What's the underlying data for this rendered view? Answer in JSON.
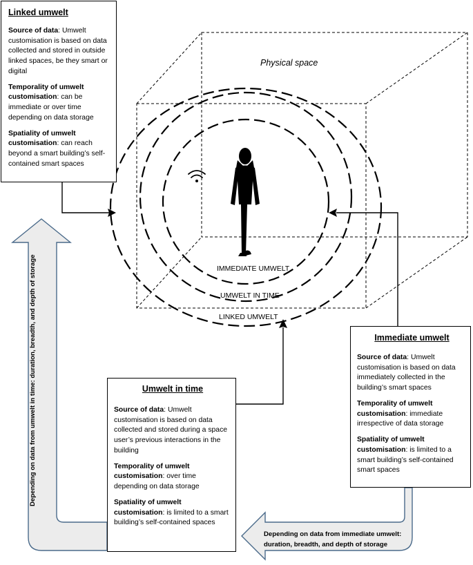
{
  "diagram": {
    "physical_space_label": "Physical space",
    "rings": {
      "immediate": "IMMEDIATE UMWELT",
      "in_time": "UMWELT IN TIME",
      "linked": "LINKED UMWELT"
    }
  },
  "linked_box": {
    "title": "Linked umwelt",
    "source_term": "Source of data",
    "source_text": ": Umwelt customisation is based on data collected and stored in outside linked spaces, be they smart or digital",
    "temporality_term": "Temporality of umwelt customisation",
    "temporality_text": ": can be immediate or over time depending on data storage",
    "spatiality_term": "Spatiality of umwelt customisation",
    "spatiality_text": ": can reach beyond a smart building’s self-contained smart spaces"
  },
  "time_box": {
    "title": "Umwelt in time",
    "source_term": "Source of data",
    "source_text": ": Umwelt customisation is based on data collected and stored during a space user’s previous interactions in the building",
    "temporality_term": "Temporality of umwelt customisation",
    "temporality_text": ": over time depending on data storage",
    "spatiality_term": "Spatiality of umwelt customisation",
    "spatiality_text": ": is limited to a smart building’s self-contained spaces"
  },
  "immediate_box": {
    "title": "Immediate umwelt",
    "source_term": "Source of data",
    "source_text": ": Umwelt customisation is based on data immediately collected in the building’s smart spaces",
    "temporality_term": "Temporality of umwelt customisation",
    "temporality_text": ": immediate irrespective of data storage",
    "spatiality_term": "Spatiality of umwelt customisation",
    "spatiality_text": ": is limited to a smart building’s self-contained smart spaces"
  },
  "arrows": {
    "left_text": "Depending on data from umwelt in time: duration, breadth, and depth of storage",
    "bottom_line1": "Depending on data from immediate umwelt:",
    "bottom_line2": "duration, breadth, and depth of storage"
  },
  "colors": {
    "arrow_fill": "#ececec",
    "arrow_stroke": "#4a6a8a",
    "line": "#000000"
  },
  "icons": [
    "wifi-icon",
    "person-silhouette-icon"
  ]
}
